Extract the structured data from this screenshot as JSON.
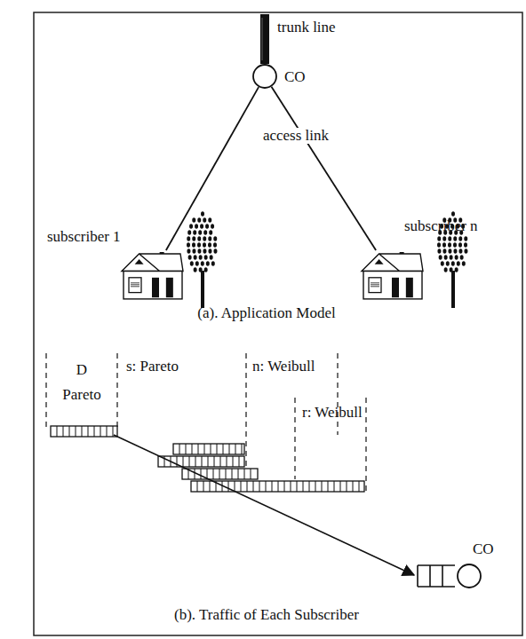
{
  "diagram": {
    "nodes": [
      {
        "text": [
          "CO"
        ]
      },
      {
        "text": [
          "subscriber 1"
        ]
      },
      {
        "text": [
          "subscriber n"
        ]
      },
      {
        "text": [
          "CO"
        ]
      }
    ],
    "edges": [
      {
        "from": 0,
        "to": 1,
        "arrow": "none"
      },
      {
        "from": 0,
        "to": 2,
        "label": "access link",
        "arrow": "none"
      }
    ],
    "labels": [
      "trunk line",
      "(a). Application Model",
      "D",
      "Pareto",
      "s: Pareto",
      "n: Weibull",
      "r: Weibull",
      "(b). Traffic of Each Subscriber"
    ]
  }
}
